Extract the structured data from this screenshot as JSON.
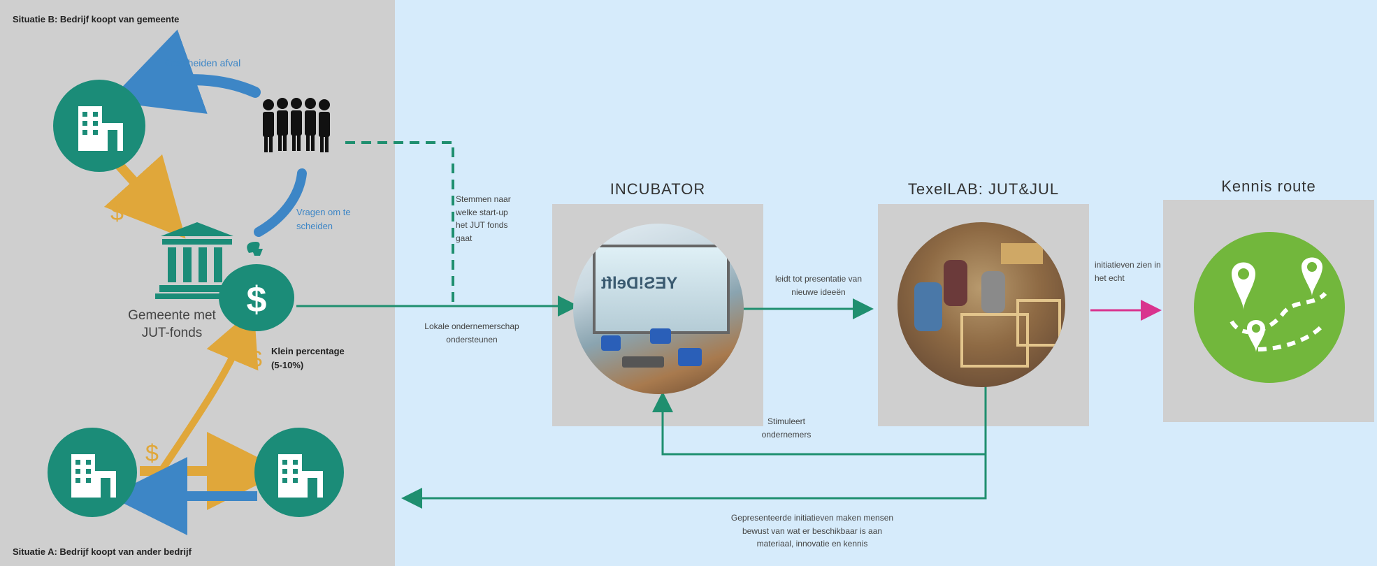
{
  "situations": {
    "b_title": "Situatie B: Bedrijf koopt van gemeente",
    "a_title": "Situatie A: Bedrijf koopt van ander bedrijf"
  },
  "left_labels": {
    "separated_waste": "Gescheiden afval",
    "ask_to_separate": "Vragen om te scheiden",
    "municipality": "Gemeente met JUT-fonds",
    "small_percentage": "Klein percentage",
    "percentage_range": "(5-10%)",
    "dollar": "$"
  },
  "connectors": {
    "vote": "Stemmen naar welke start-up het JUT fonds gaat",
    "support_local": "Lokale ondernemerschap ondersteunen",
    "leads_to": "leidt tot presentatie van nieuwe ideeën",
    "stimulates": "Stimuleert ondernemers",
    "initiatives_real": "initiatieven zien in het echt",
    "presented": "Gepresenteerde initiatieven maken mensen bewust van wat er beschikbaar is aan materiaal, innovatie en kennis"
  },
  "nodes": {
    "incubator": "INCUBATOR",
    "incubator_sign": "YES!Delft",
    "texellab": "TexelLAB: JUT&JUL",
    "kennis": "Kennis route"
  },
  "colors": {
    "teal": "#1b8c78",
    "gold": "#e0a73a",
    "blue": "#3d86c6",
    "green_connector": "#1f8f6f",
    "magenta": "#d9338e",
    "kennis_green": "#72b73c",
    "left_panel": "#cfcfcf",
    "background": "#d6ebfb"
  },
  "icons": [
    "building-icon",
    "people-group-icon",
    "bank-icon",
    "money-bag-icon",
    "dollar-icon",
    "map-route-icon"
  ]
}
